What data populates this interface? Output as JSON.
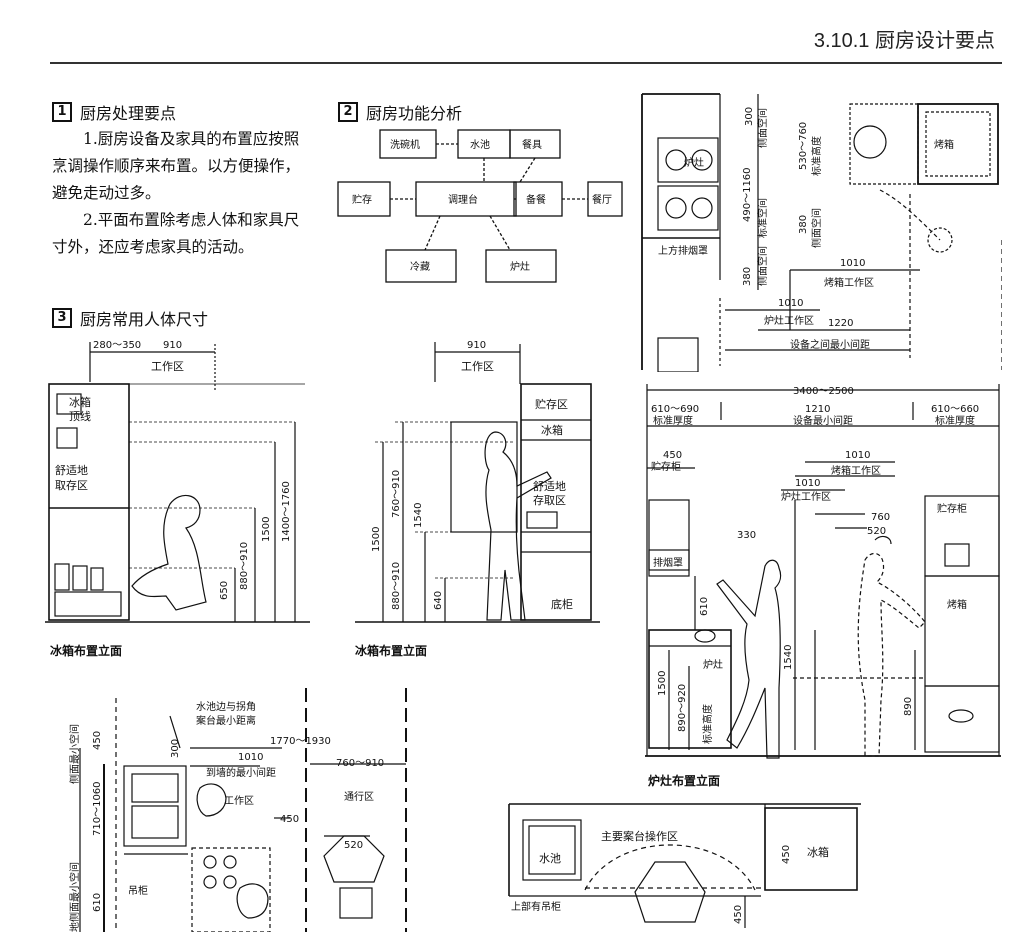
{
  "header": {
    "title": "3.10.1  厨房设计要点"
  },
  "section1": {
    "num": "1",
    "title": "厨房处理要点",
    "p1": "1.厨房设备及家具的布置应按照烹调操作顺序来布置。以方便操作，避免走动过多。",
    "p2": "2.平面布置除考虑人体和家具尺寸外，还应考虑家具的活动。"
  },
  "section2": {
    "num": "2",
    "title": "厨房功能分析",
    "nodes": [
      "洗碗机",
      "水池",
      "餐具",
      "贮存",
      "调理台",
      "备餐",
      "餐厅",
      "冷藏",
      "炉灶"
    ]
  },
  "section3": {
    "num": "3",
    "title": "厨房常用人体尺寸"
  },
  "fig_fridge1": {
    "caption": "冰箱布置立面",
    "dims": [
      "280～350",
      "910",
      "工作区",
      "650",
      "880～910",
      "1500",
      "1400～1760"
    ],
    "labels": [
      "冰箱",
      "顶线",
      "舒适地",
      "取存区"
    ]
  },
  "fig_fridge2": {
    "caption": "冰箱布置立面",
    "dims": [
      "910",
      "工作区",
      "1500",
      "760～910",
      "1540",
      "880～910",
      "640"
    ],
    "labels": [
      "贮存区",
      "冰箱",
      "舒适地",
      "存取区",
      "底柜"
    ]
  },
  "fig_plan_top": {
    "dims": [
      "300",
      "490～1160",
      "380",
      "530～760",
      "380",
      "1010",
      "1010",
      "1220"
    ],
    "labels": [
      "侧面空间",
      "标准空间",
      "侧面空间",
      "标准高度",
      "侧面空间",
      "炉灶",
      "上方排烟罩",
      "烤箱",
      "烤箱工作区",
      "炉灶工作区",
      "设备之间最小间距"
    ]
  },
  "fig_stove": {
    "caption": "炉灶布置立面",
    "dims": [
      "3400～2500",
      "610～690",
      "1210",
      "610～660",
      "450",
      "1010",
      "1010",
      "330",
      "760",
      "520",
      "610",
      "1500",
      "890～920",
      "1540",
      "890"
    ],
    "labels": [
      "标准厚度",
      "设备最小间距",
      "标准厚度",
      "贮存柜",
      "烤箱工作区",
      "炉灶工作区",
      "贮存柜",
      "排烟罩",
      "炉灶",
      "标准高度",
      "烤箱"
    ]
  },
  "fig_sink": {
    "dims": [
      "450",
      "710～1060",
      "610",
      "300",
      "1770～1930",
      "1010",
      "760～910",
      "450",
      "520"
    ],
    "labels": [
      "侧面最小空间",
      "地侧面最小空间",
      "水池边与拐角",
      "案台最小距离",
      "到墙的最小间距",
      "工作区",
      "通行区",
      "吊柜"
    ]
  },
  "fig_counter": {
    "dims": [
      "450",
      "450"
    ],
    "labels": [
      "主要案台操作区",
      "水池",
      "冰箱",
      "上部有吊柜"
    ]
  }
}
